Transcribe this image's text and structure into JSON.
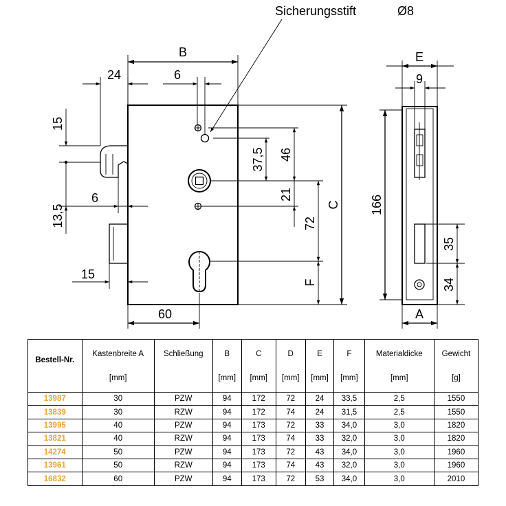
{
  "callout": {
    "label": "Sicherungsstift",
    "symbol": "Ø8"
  },
  "front_view": {
    "dims": {
      "B": "B",
      "d24": "24",
      "d6_top": "6",
      "d15_left": "15",
      "d13_5": "13,5",
      "d6_left": "6",
      "d15_bottom": "15",
      "d60": "60",
      "d37_5": "37,5",
      "d46": "46",
      "d21": "21",
      "d72": "72",
      "C": "C",
      "F": "F"
    }
  },
  "side_view": {
    "dims": {
      "E": "E",
      "d9": "9",
      "d166": "166",
      "d35": "35",
      "d34": "34",
      "A": "A"
    }
  },
  "table": {
    "headers": [
      {
        "label": "Bestell-Nr.",
        "unit": ""
      },
      {
        "label": "Kastenbreite A",
        "unit": "[mm]"
      },
      {
        "label": "Schließung",
        "unit": ""
      },
      {
        "label": "B",
        "unit": "[mm]"
      },
      {
        "label": "C",
        "unit": "[mm]"
      },
      {
        "label": "D",
        "unit": "[mm]"
      },
      {
        "label": "E",
        "unit": "[mm]"
      },
      {
        "label": "F",
        "unit": "[mm]"
      },
      {
        "label": "Materialdicke",
        "unit": "[mm]"
      },
      {
        "label": "Gewicht",
        "unit": "[g]"
      }
    ],
    "rows": [
      [
        "13987",
        "30",
        "PZW",
        "94",
        "172",
        "72",
        "24",
        "33,5",
        "2,5",
        "1550"
      ],
      [
        "13839",
        "30",
        "RZW",
        "94",
        "172",
        "74",
        "24",
        "31,5",
        "2,5",
        "1550"
      ],
      [
        "13995",
        "40",
        "PZW",
        "94",
        "173",
        "72",
        "33",
        "34,0",
        "3,0",
        "1820"
      ],
      [
        "13821",
        "40",
        "RZW",
        "94",
        "173",
        "74",
        "33",
        "32,0",
        "3,0",
        "1820"
      ],
      [
        "14274",
        "50",
        "PZW",
        "94",
        "173",
        "72",
        "43",
        "34,0",
        "3,0",
        "1960"
      ],
      [
        "13961",
        "50",
        "RZW",
        "94",
        "173",
        "74",
        "43",
        "32,0",
        "3,0",
        "1960"
      ],
      [
        "16832",
        "60",
        "PZW",
        "94",
        "173",
        "72",
        "53",
        "34,0",
        "3,0",
        "2010"
      ]
    ]
  },
  "colors": {
    "order_number": "#e8a33d",
    "lines": "#000000",
    "background": "#ffffff"
  }
}
